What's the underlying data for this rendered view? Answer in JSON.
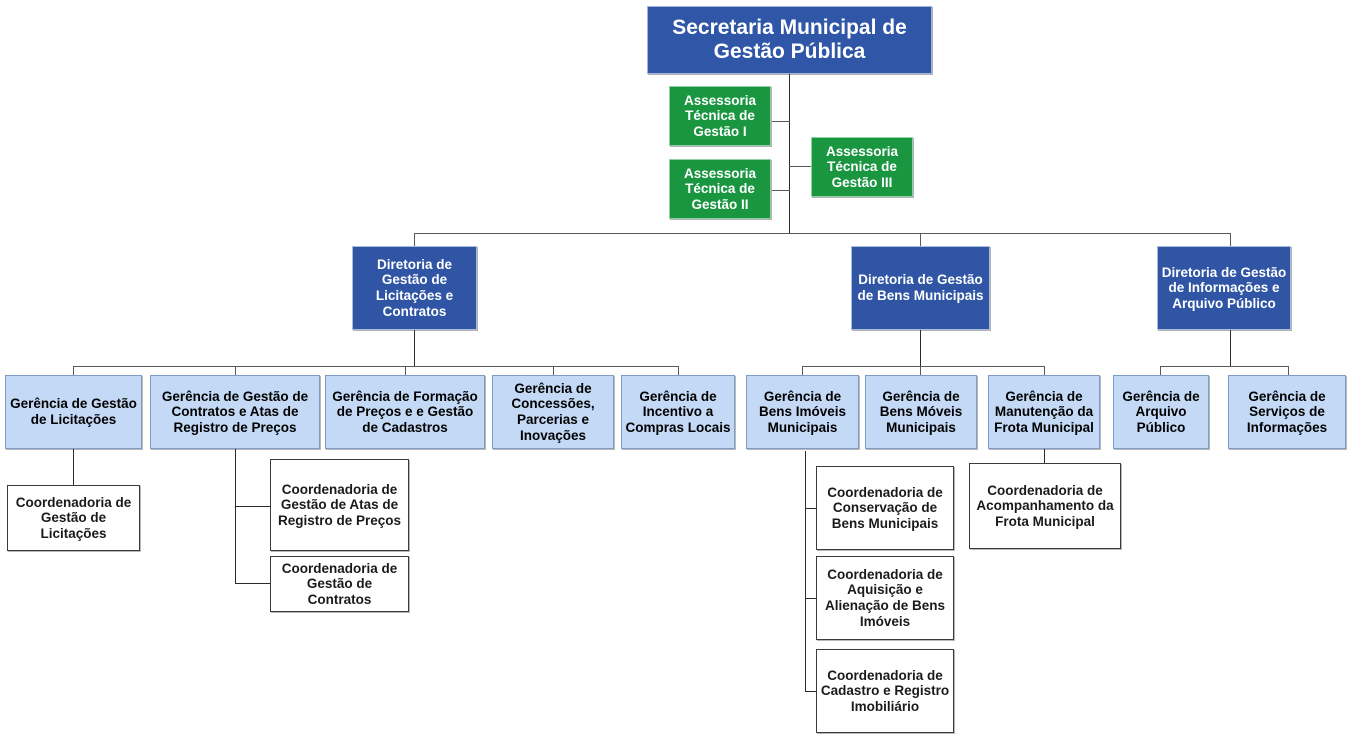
{
  "chart": {
    "title": "Organograma - Secretaria Municipal de Gestao Publica",
    "colors": {
      "root": "#3056a8",
      "assessoria": "#1a9641",
      "diretoria": "#2f55a4",
      "gerencia": "#c3d9f5",
      "coordenadoria": "#ffffff",
      "connector": "#5a5a5a"
    }
  },
  "root": {
    "label": "Secretaria Municipal de Gestão Pública"
  },
  "assessorias": [
    {
      "label": "Assessoria Técnica de Gestão I"
    },
    {
      "label": "Assessoria Técnica de Gestão II"
    },
    {
      "label": "Assessoria Técnica de Gestão III"
    }
  ],
  "diretorias": [
    {
      "label": "Diretoria de Gestão de Licitações e Contratos"
    },
    {
      "label": "Diretoria de Gestão de Bens Municipais"
    },
    {
      "label": "Diretoria de Gestão de Informações e Arquivo Público"
    }
  ],
  "gerencias": [
    {
      "label": "Gerência de Gestão de Licitações"
    },
    {
      "label": "Gerência de Gestão de Contratos e Atas de Registro de Preços"
    },
    {
      "label": "Gerência de Formação de Preços e  e Gestão de Cadastros"
    },
    {
      "label": "Gerência de Concessões, Parcerias e Inovações"
    },
    {
      "label": "Gerência de Incentivo a Compras Locais"
    },
    {
      "label": "Gerência de Bens Imóveis Municipais"
    },
    {
      "label": "Gerência de Bens Móveis Municipais"
    },
    {
      "label": "Gerência de Manutenção da Frota Municipal"
    },
    {
      "label": "Gerência de Arquivo Público"
    },
    {
      "label": "Gerência de Serviços de Informações"
    }
  ],
  "coordenadorias": [
    {
      "label": "Coordenadoria de Gestão de Licitações"
    },
    {
      "label": "Coordenadoria de Gestão de Atas de Registro de Preços"
    },
    {
      "label": "Coordenadoria de Gestão de Contratos"
    },
    {
      "label": "Coordenadoria de Conservação de Bens Municipais"
    },
    {
      "label": "Coordenadoria de Aquisição e Alienação de Bens Imóveis"
    },
    {
      "label": "Coordenadoria de Cadastro e Registro Imobiliário"
    },
    {
      "label": "Coordenadoria de Acompanhamento da Frota Municipal"
    }
  ]
}
